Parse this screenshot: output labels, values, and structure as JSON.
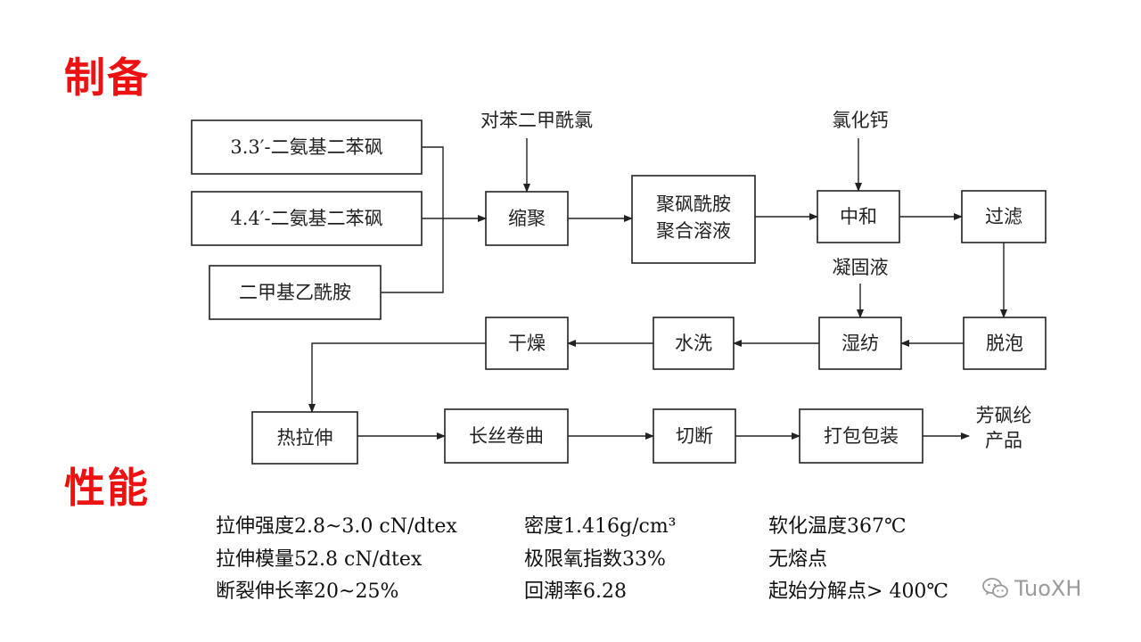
{
  "headings": {
    "prep": "制备",
    "props": "性能"
  },
  "flow": {
    "inputs": [
      "3.3′-二氨基二苯砜",
      "4.4′-二氨基二苯砜",
      "二甲基乙酰胺"
    ],
    "reagent_polycondensation": "对苯二甲酰氯",
    "reagent_neutralize": "氯化钙",
    "reagent_spin": "凝固液",
    "step_polycondensation": "缩聚",
    "step_solution_line1": "聚砜酰胺",
    "step_solution_line2": "聚合溶液",
    "step_neutralize": "中和",
    "step_filter": "过滤",
    "step_defoam": "脱泡",
    "step_wetspin": "湿纺",
    "step_wash": "水洗",
    "step_dry": "干燥",
    "step_hotdraw": "热拉伸",
    "step_crimp": "长丝卷曲",
    "step_cut": "切断",
    "step_pack": "打包包装",
    "product_line1": "芳砜纶",
    "product_line2": "产品"
  },
  "properties": {
    "col1": [
      {
        "label": "拉伸强度",
        "value": "2.8~3.0 cN/dtex"
      },
      {
        "label": "拉伸模量",
        "value": "52.8 cN/dtex"
      },
      {
        "label": "断裂伸长率",
        "value": "20~25%"
      }
    ],
    "col2": [
      {
        "label": "密度",
        "value": "1.416g/cm³"
      },
      {
        "label": "极限氧指数",
        "value": "33%"
      },
      {
        "label": "回潮率",
        "value": "6.28"
      }
    ],
    "col3": [
      {
        "label": "软化温度",
        "value": "367℃"
      },
      {
        "label": "无熔点",
        "value": ""
      },
      {
        "label": "起始分解点",
        "value": "> 400℃"
      }
    ]
  },
  "watermark": {
    "text": "TuoXH",
    "icon": "wechat-icon"
  }
}
